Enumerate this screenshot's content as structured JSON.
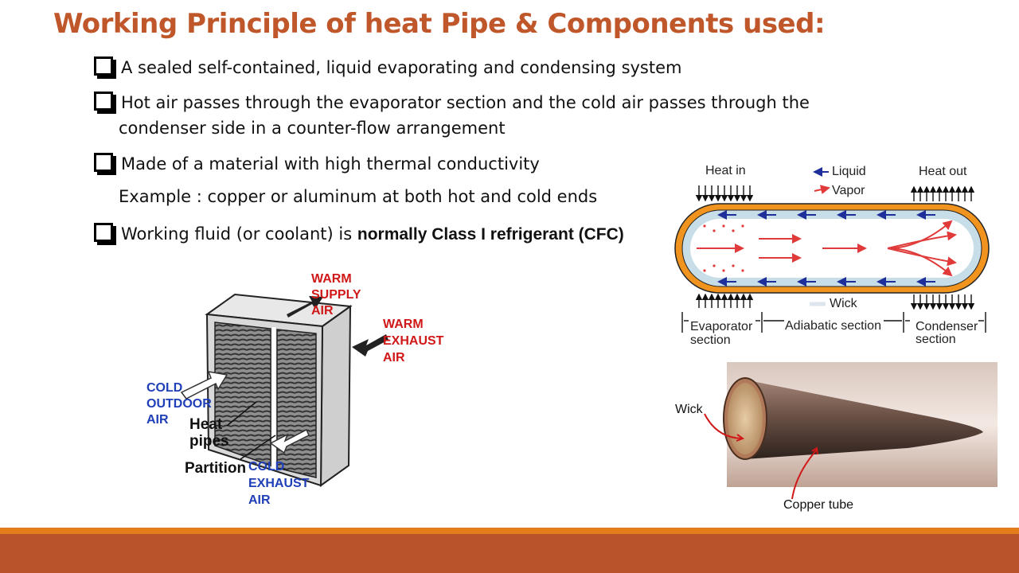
{
  "slide": {
    "title": "Working Principle of heat Pipe & Components used:",
    "bullets": [
      {
        "text": "A sealed self-contained, liquid evaporating and condensing system"
      },
      {
        "text": "Hot air passes through the evaporator section and the cold air passes through the",
        "continuation": "condenser side in a counter-flow arrangement"
      },
      {
        "text": "Made of a material with high thermal conductivity"
      },
      {
        "text": "Example : copper or aluminum at both hot and cold ends"
      },
      {
        "text_plain": "Working fluid (or coolant) is ",
        "text_bold": "normally Class I refrigerant (CFC)"
      }
    ]
  },
  "exchanger_figure": {
    "warm_supply": [
      "WARM",
      "SUPPLY",
      "AIR"
    ],
    "warm_exhaust": [
      "WARM",
      "EXHAUST",
      "AIR"
    ],
    "cold_outdoor": [
      "COLD",
      "OUTDOOR",
      "AIR"
    ],
    "heat_pipes": [
      "Heat",
      "pipes"
    ],
    "partition": "Partition",
    "cold_exhaust": [
      "COLD",
      "EXHAUST",
      "AIR"
    ]
  },
  "pipe_diagram": {
    "heat_in": "Heat in",
    "heat_out": "Heat out",
    "legend_liquid": "Liquid",
    "legend_vapor": "Vapor",
    "legend_wick": "Wick",
    "evaporator": [
      "Evaporator",
      "section"
    ],
    "adiabatic": "Adiabatic section",
    "condenser": [
      "Condenser",
      "section"
    ]
  },
  "tube_photo": {
    "wick": "Wick",
    "copper_tube": "Copper tube"
  },
  "colors": {
    "title": "#c0572a",
    "footer": "#b9532b",
    "footer_stripe": "#e27d19",
    "label_blue": "#1f3fb8",
    "label_red": "#d01818"
  }
}
